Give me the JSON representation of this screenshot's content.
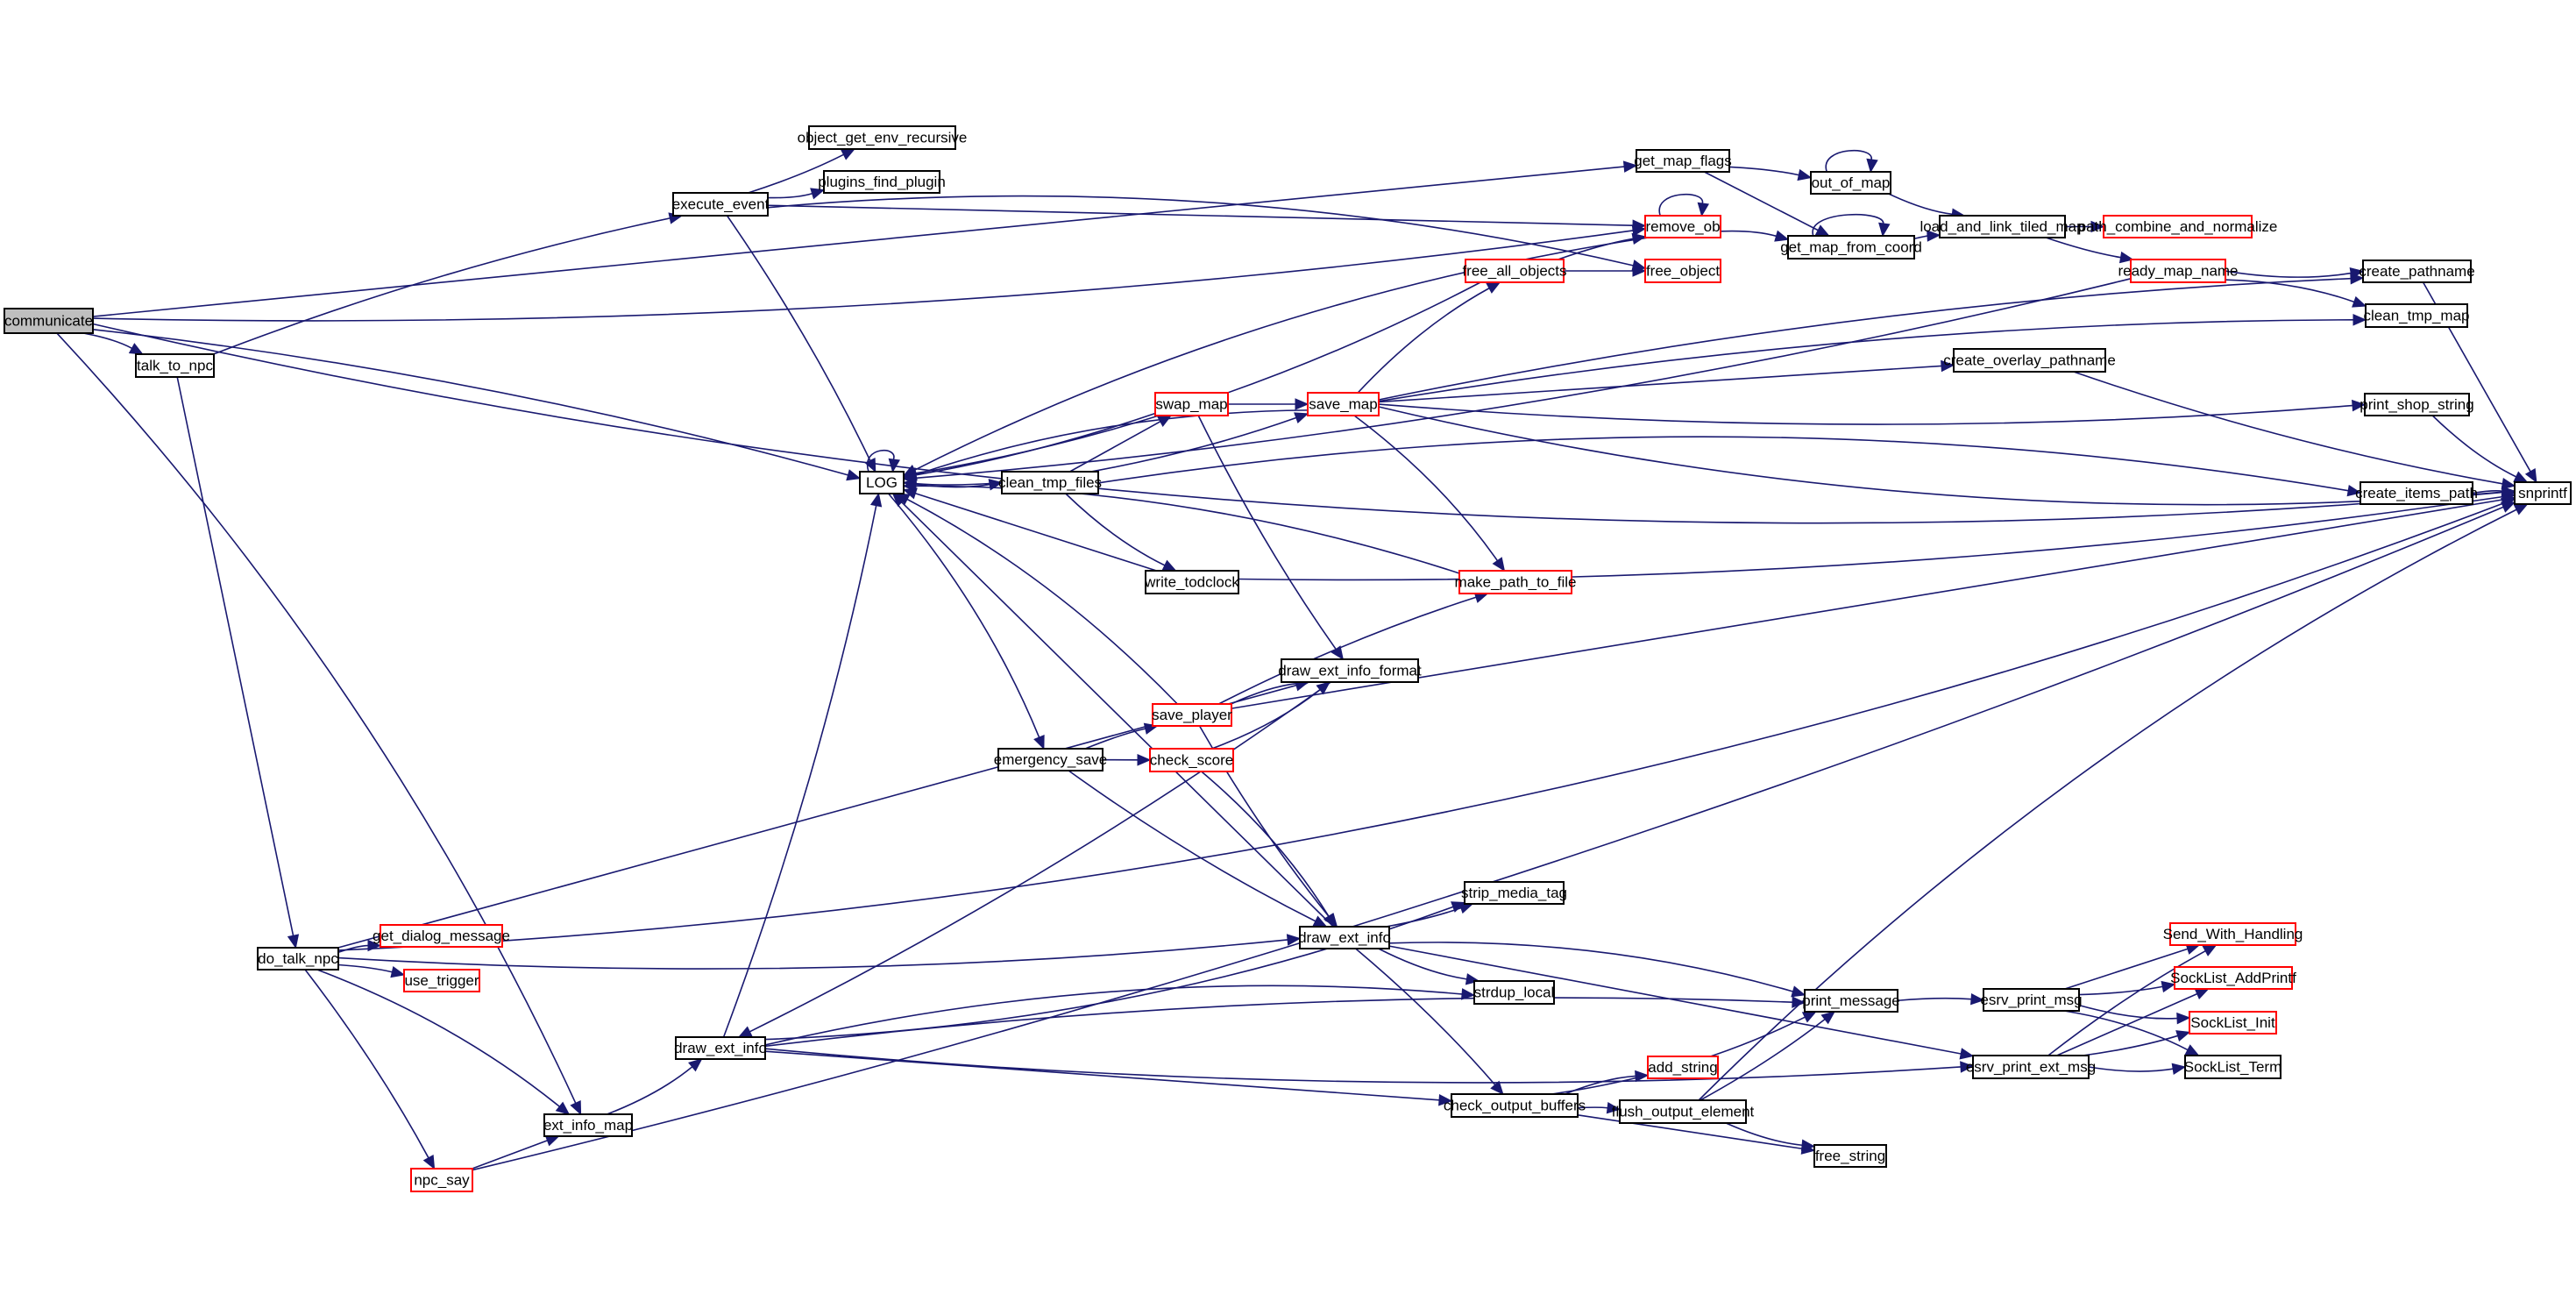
{
  "title": "communicate call graph",
  "colors": {
    "edge": "#191970",
    "node_border": "#000000",
    "external_node_border": "#ff0000",
    "root_fill": "#bfbfbf",
    "background": "#ffffff"
  },
  "nodes": [
    {
      "id": "communicate",
      "label": "communicate",
      "kind": "root"
    },
    {
      "id": "talk_to_npc",
      "label": "talk_to_npc",
      "kind": "normal"
    },
    {
      "id": "execute_event",
      "label": "execute_event",
      "kind": "normal"
    },
    {
      "id": "object_get_env_recursive",
      "label": "object_get_env_recursive",
      "kind": "normal"
    },
    {
      "id": "plugins_find_plugin",
      "label": "plugins_find_plugin",
      "kind": "normal"
    },
    {
      "id": "LOG",
      "label": "LOG",
      "kind": "normal"
    },
    {
      "id": "clean_tmp_files",
      "label": "clean_tmp_files",
      "kind": "normal"
    },
    {
      "id": "swap_map",
      "label": "swap_map",
      "kind": "truncated"
    },
    {
      "id": "save_map",
      "label": "save_map",
      "kind": "truncated"
    },
    {
      "id": "write_todclock",
      "label": "write_todclock",
      "kind": "normal"
    },
    {
      "id": "make_path_to_file",
      "label": "make_path_to_file",
      "kind": "truncated"
    },
    {
      "id": "draw_ext_info_format",
      "label": "draw_ext_info_format",
      "kind": "normal"
    },
    {
      "id": "save_player",
      "label": "save_player",
      "kind": "truncated"
    },
    {
      "id": "check_score",
      "label": "check_score",
      "kind": "truncated"
    },
    {
      "id": "emergency_save",
      "label": "emergency_save",
      "kind": "normal"
    },
    {
      "id": "free_all_objects",
      "label": "free_all_objects",
      "kind": "truncated"
    },
    {
      "id": "remove_ob",
      "label": "remove_ob",
      "kind": "truncated"
    },
    {
      "id": "free_object",
      "label": "free_object",
      "kind": "truncated"
    },
    {
      "id": "get_map_flags",
      "label": "get_map_flags",
      "kind": "normal"
    },
    {
      "id": "out_of_map",
      "label": "out_of_map",
      "kind": "normal"
    },
    {
      "id": "get_map_from_coord",
      "label": "get_map_from_coord",
      "kind": "normal"
    },
    {
      "id": "load_and_link_tiled_map",
      "label": "load_and_link_tiled_map",
      "kind": "normal"
    },
    {
      "id": "path_combine_and_normalize",
      "label": "path_combine_and_normalize",
      "kind": "truncated"
    },
    {
      "id": "ready_map_name",
      "label": "ready_map_name",
      "kind": "truncated"
    },
    {
      "id": "create_pathname",
      "label": "create_pathname",
      "kind": "normal"
    },
    {
      "id": "clean_tmp_map",
      "label": "clean_tmp_map",
      "kind": "normal"
    },
    {
      "id": "create_overlay_pathname",
      "label": "create_overlay_pathname",
      "kind": "normal"
    },
    {
      "id": "print_shop_string",
      "label": "print_shop_string",
      "kind": "normal"
    },
    {
      "id": "create_items_path",
      "label": "create_items_path",
      "kind": "normal"
    },
    {
      "id": "snprintf",
      "label": "snprintf",
      "kind": "normal"
    },
    {
      "id": "strip_media_tag",
      "label": "strip_media_tag",
      "kind": "normal"
    },
    {
      "id": "draw_ext_info_r",
      "label": "draw_ext_info",
      "kind": "normal"
    },
    {
      "id": "strdup_local",
      "label": "strdup_local",
      "kind": "normal"
    },
    {
      "id": "print_message",
      "label": "print_message",
      "kind": "normal"
    },
    {
      "id": "add_string",
      "label": "add_string",
      "kind": "truncated"
    },
    {
      "id": "check_output_buffers",
      "label": "check_output_buffers",
      "kind": "normal"
    },
    {
      "id": "flush_output_element",
      "label": "flush_output_element",
      "kind": "normal"
    },
    {
      "id": "free_string",
      "label": "free_string",
      "kind": "normal"
    },
    {
      "id": "esrv_print_msg",
      "label": "esrv_print_msg",
      "kind": "normal"
    },
    {
      "id": "esrv_print_ext_msg",
      "label": "esrv_print_ext_msg",
      "kind": "normal"
    },
    {
      "id": "Send_With_Handling",
      "label": "Send_With_Handling",
      "kind": "truncated"
    },
    {
      "id": "SockList_AddPrintf",
      "label": "SockList_AddPrintf",
      "kind": "truncated"
    },
    {
      "id": "SockList_Init",
      "label": "SockList_Init",
      "kind": "truncated"
    },
    {
      "id": "SockList_Term",
      "label": "SockList_Term",
      "kind": "normal"
    },
    {
      "id": "do_talk_npc",
      "label": "do_talk_npc",
      "kind": "normal"
    },
    {
      "id": "get_dialog_message",
      "label": "get_dialog_message",
      "kind": "truncated"
    },
    {
      "id": "use_trigger",
      "label": "use_trigger",
      "kind": "truncated"
    },
    {
      "id": "draw_ext_info_l",
      "label": "draw_ext_info",
      "kind": "normal"
    },
    {
      "id": "ext_info_map",
      "label": "ext_info_map",
      "kind": "normal"
    },
    {
      "id": "npc_say",
      "label": "npc_say",
      "kind": "truncated"
    }
  ],
  "edges": [
    [
      "communicate",
      "talk_to_npc"
    ],
    [
      "communicate",
      "LOG"
    ],
    [
      "communicate",
      "get_map_flags"
    ],
    [
      "communicate",
      "remove_ob"
    ],
    [
      "communicate",
      "snprintf"
    ],
    [
      "communicate",
      "ext_info_map"
    ],
    [
      "talk_to_npc",
      "execute_event"
    ],
    [
      "talk_to_npc",
      "do_talk_npc"
    ],
    [
      "execute_event",
      "object_get_env_recursive"
    ],
    [
      "execute_event",
      "plugins_find_plugin"
    ],
    [
      "execute_event",
      "free_object"
    ],
    [
      "execute_event",
      "LOG"
    ],
    [
      "execute_event",
      "remove_ob"
    ],
    [
      "LOG",
      "LOG"
    ],
    [
      "LOG",
      "clean_tmp_files"
    ],
    [
      "LOG",
      "emergency_save"
    ],
    [
      "clean_tmp_files",
      "LOG"
    ],
    [
      "clean_tmp_files",
      "swap_map"
    ],
    [
      "clean_tmp_files",
      "save_map"
    ],
    [
      "clean_tmp_files",
      "write_todclock"
    ],
    [
      "clean_tmp_files",
      "create_items_path"
    ],
    [
      "swap_map",
      "LOG"
    ],
    [
      "swap_map",
      "save_map"
    ],
    [
      "swap_map",
      "draw_ext_info_format"
    ],
    [
      "save_map",
      "LOG"
    ],
    [
      "save_map",
      "free_all_objects"
    ],
    [
      "save_map",
      "create_pathname"
    ],
    [
      "save_map",
      "create_overlay_pathname"
    ],
    [
      "save_map",
      "print_shop_string"
    ],
    [
      "save_map",
      "snprintf"
    ],
    [
      "save_map",
      "make_path_to_file"
    ],
    [
      "save_map",
      "clean_tmp_map"
    ],
    [
      "write_todclock",
      "LOG"
    ],
    [
      "write_todclock",
      "snprintf"
    ],
    [
      "make_path_to_file",
      "LOG"
    ],
    [
      "free_all_objects",
      "LOG"
    ],
    [
      "free_all_objects",
      "remove_ob"
    ],
    [
      "free_all_objects",
      "free_object"
    ],
    [
      "remove_ob",
      "remove_ob"
    ],
    [
      "remove_ob",
      "LOG"
    ],
    [
      "remove_ob",
      "get_map_from_coord"
    ],
    [
      "get_map_flags",
      "out_of_map"
    ],
    [
      "get_map_flags",
      "get_map_from_coord"
    ],
    [
      "out_of_map",
      "out_of_map"
    ],
    [
      "out_of_map",
      "load_and_link_tiled_map"
    ],
    [
      "get_map_from_coord",
      "get_map_from_coord"
    ],
    [
      "get_map_from_coord",
      "load_and_link_tiled_map"
    ],
    [
      "load_and_link_tiled_map",
      "path_combine_and_normalize"
    ],
    [
      "load_and_link_tiled_map",
      "ready_map_name"
    ],
    [
      "ready_map_name",
      "create_pathname"
    ],
    [
      "ready_map_name",
      "clean_tmp_map"
    ],
    [
      "ready_map_name",
      "LOG"
    ],
    [
      "create_pathname",
      "snprintf"
    ],
    [
      "create_overlay_pathname",
      "snprintf"
    ],
    [
      "print_shop_string",
      "snprintf"
    ],
    [
      "create_items_path",
      "snprintf"
    ],
    [
      "emergency_save",
      "save_player"
    ],
    [
      "emergency_save",
      "check_score"
    ],
    [
      "emergency_save",
      "draw_ext_info_r"
    ],
    [
      "save_player",
      "LOG"
    ],
    [
      "save_player",
      "draw_ext_info_format"
    ],
    [
      "save_player",
      "make_path_to_file"
    ],
    [
      "save_player",
      "snprintf"
    ],
    [
      "save_player",
      "draw_ext_info_r"
    ],
    [
      "check_score",
      "draw_ext_info_format"
    ],
    [
      "check_score",
      "draw_ext_info_r"
    ],
    [
      "draw_ext_info_format",
      "draw_ext_info_l"
    ],
    [
      "draw_ext_info_r",
      "LOG"
    ],
    [
      "draw_ext_info_r",
      "strip_media_tag"
    ],
    [
      "draw_ext_info_r",
      "strdup_local"
    ],
    [
      "draw_ext_info_r",
      "print_message"
    ],
    [
      "draw_ext_info_r",
      "check_output_buffers"
    ],
    [
      "draw_ext_info_r",
      "esrv_print_ext_msg"
    ],
    [
      "draw_ext_info_l",
      "LOG"
    ],
    [
      "draw_ext_info_l",
      "strip_media_tag"
    ],
    [
      "draw_ext_info_l",
      "strdup_local"
    ],
    [
      "draw_ext_info_l",
      "print_message"
    ],
    [
      "draw_ext_info_l",
      "check_output_buffers"
    ],
    [
      "draw_ext_info_l",
      "esrv_print_ext_msg"
    ],
    [
      "check_output_buffers",
      "print_message"
    ],
    [
      "check_output_buffers",
      "add_string"
    ],
    [
      "check_output_buffers",
      "flush_output_element"
    ],
    [
      "check_output_buffers",
      "free_string"
    ],
    [
      "flush_output_element",
      "print_message"
    ],
    [
      "flush_output_element",
      "free_string"
    ],
    [
      "flush_output_element",
      "snprintf"
    ],
    [
      "print_message",
      "esrv_print_msg"
    ],
    [
      "esrv_print_msg",
      "Send_With_Handling"
    ],
    [
      "esrv_print_msg",
      "SockList_AddPrintf"
    ],
    [
      "esrv_print_msg",
      "SockList_Init"
    ],
    [
      "esrv_print_msg",
      "SockList_Term"
    ],
    [
      "esrv_print_ext_msg",
      "Send_With_Handling"
    ],
    [
      "esrv_print_ext_msg",
      "SockList_AddPrintf"
    ],
    [
      "esrv_print_ext_msg",
      "SockList_Init"
    ],
    [
      "esrv_print_ext_msg",
      "SockList_Term"
    ],
    [
      "do_talk_npc",
      "get_dialog_message"
    ],
    [
      "do_talk_npc",
      "use_trigger"
    ],
    [
      "do_talk_npc",
      "draw_ext_info_format"
    ],
    [
      "do_talk_npc",
      "draw_ext_info_r"
    ],
    [
      "do_talk_npc",
      "snprintf"
    ],
    [
      "do_talk_npc",
      "ext_info_map"
    ],
    [
      "do_talk_npc",
      "npc_say"
    ],
    [
      "npc_say",
      "ext_info_map"
    ],
    [
      "npc_say",
      "snprintf"
    ],
    [
      "ext_info_map",
      "draw_ext_info_l"
    ]
  ]
}
